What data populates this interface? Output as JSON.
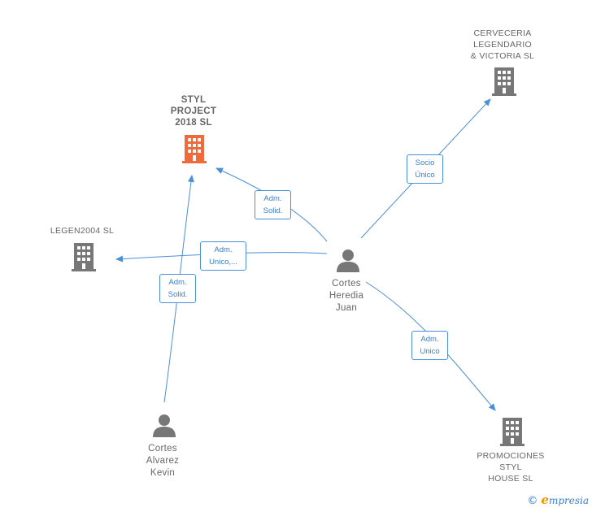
{
  "colors": {
    "edge": "#4a90d9",
    "company_icon": "#777777",
    "company_highlight_icon": "#f26a3a",
    "person_icon": "#777777"
  },
  "nodes": {
    "styl_project": {
      "label": "STYL\nPROJECT\n2018  SL",
      "icon": "building-icon-highlight"
    },
    "cerveceria": {
      "label": "CERVECERIA\nLEGENDARIO\n& VICTORIA  SL",
      "icon": "building-icon"
    },
    "legen2004": {
      "label": "LEGEN2004  SL",
      "icon": "building-icon"
    },
    "promociones": {
      "label": "PROMOCIONES\nSTYL\nHOUSE  SL",
      "icon": "building-icon"
    },
    "cortes_heredia": {
      "label": "Cortes\nHeredia\nJuan",
      "icon": "person-icon"
    },
    "cortes_alvarez": {
      "label": "Cortes\nAlvarez\nKevin",
      "icon": "person-icon"
    }
  },
  "edges": {
    "heredia_styl": {
      "label": "Adm.\nSolid."
    },
    "heredia_cerveceria": {
      "label": "Socio\nÚnico"
    },
    "heredia_legen": {
      "label": "Adm.\nUnico,..."
    },
    "heredia_promociones": {
      "label": "Adm.\nUnico"
    },
    "alvarez_styl": {
      "label": "Adm.\nSolid."
    }
  },
  "watermark": {
    "copyright": "©",
    "brand_initial": "e",
    "brand_rest": "mpresia"
  }
}
